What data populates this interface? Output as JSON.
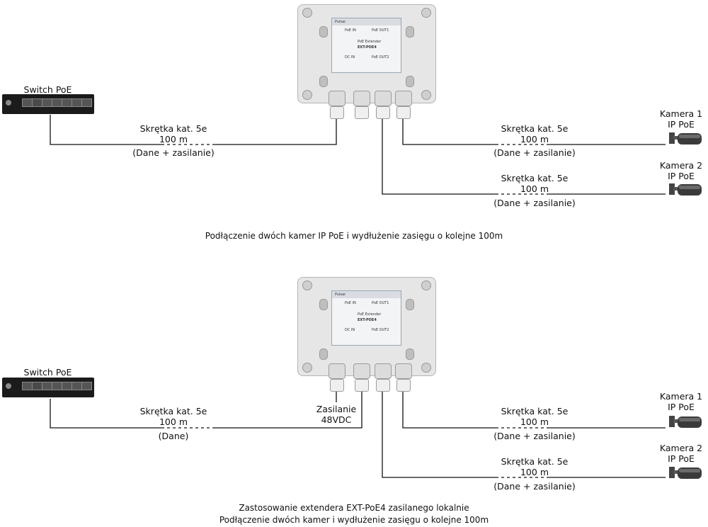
{
  "panel1": {
    "switch_label": "Switch PoE",
    "left_cable": {
      "line1": "Skrętka kat. 5e",
      "line2": "100 m",
      "line3": "(Dane + zasilanie)"
    },
    "cam1": {
      "name": "Kamera 1",
      "type": "IP PoE"
    },
    "cam2": {
      "name": "Kamera 2",
      "type": "IP PoE"
    },
    "cable1": {
      "line1": "Skrętka kat. 5e",
      "line2": "100 m",
      "line3": "(Dane + zasilanie)"
    },
    "cable2": {
      "line1": "Skrętka kat. 5e",
      "line2": "100 m",
      "line3": "(Dane + zasilanie)"
    },
    "caption": "Podłączenie dwóch kamer IP PoE i wydłużenie zasięgu o kolejne 100m",
    "module": {
      "brand": "Pulsar",
      "title": "PoE Extender",
      "model": "EXT-POE4",
      "poe_in": "PoE IN",
      "dc_in": "DC IN",
      "out1": "PoE OUT1",
      "out2": "PoE OUT2"
    }
  },
  "panel2": {
    "switch_label": "Switch PoE",
    "left_cable": {
      "line1": "Skrętka kat. 5e",
      "line2": "100 m",
      "line3": "(Dane)"
    },
    "power": {
      "line1": "Zasilanie",
      "line2": "48VDC"
    },
    "cam1": {
      "name": "Kamera 1",
      "type": "IP PoE"
    },
    "cam2": {
      "name": "Kamera 2",
      "type": "IP PoE"
    },
    "cable1": {
      "line1": "Skrętka kat. 5e",
      "line2": "100 m",
      "line3": "(Dane + zasilanie)"
    },
    "cable2": {
      "line1": "Skrętka kat. 5e",
      "line2": "100 m",
      "line3": "(Dane + zasilanie)"
    },
    "caption_line1": "Zastosowanie extendera EXT-PoE4 zasilanego lokalnie",
    "caption_line2": "Podłączenie dwóch kamer i wydłużenie zasięgu o kolejne 100m",
    "module": {
      "brand": "Pulsar",
      "title": "PoE Extender",
      "model": "EXT-POE4",
      "poe_in": "PoE IN",
      "dc_in": "DC IN",
      "out1": "PoE OUT1",
      "out2": "PoE OUT2"
    }
  },
  "colors": {
    "wire": "#111111",
    "switch_body": "#1b1b1b",
    "enclosure": "#e6e6e6",
    "module": "#f2f4f6"
  }
}
